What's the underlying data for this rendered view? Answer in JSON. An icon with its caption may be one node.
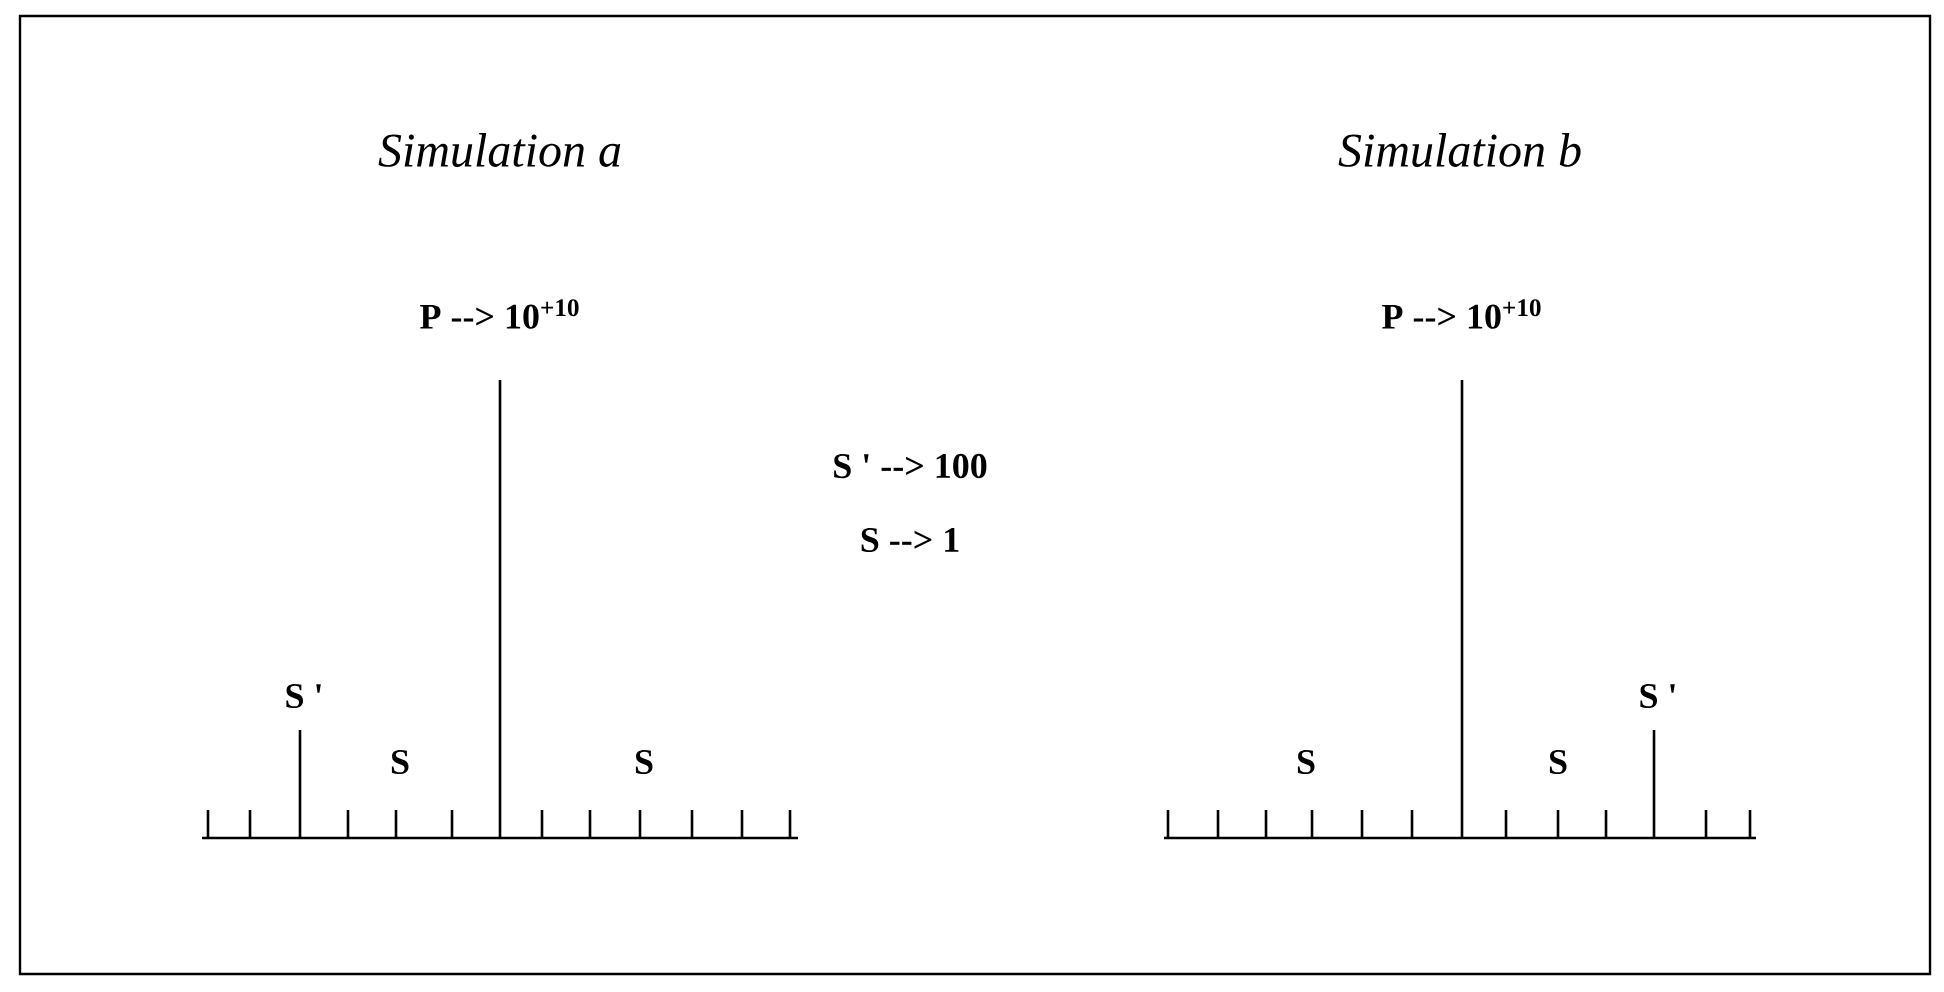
{
  "diagram": {
    "labels": [
      "Simulation a",
      "Simulation b",
      "P --> 10$^{+10}$",
      "P --> 10$^{+10}$",
      "S ' --> 100",
      "S --> 1",
      "S '",
      "S",
      "S",
      "S",
      "S",
      "S '"
    ]
  }
}
